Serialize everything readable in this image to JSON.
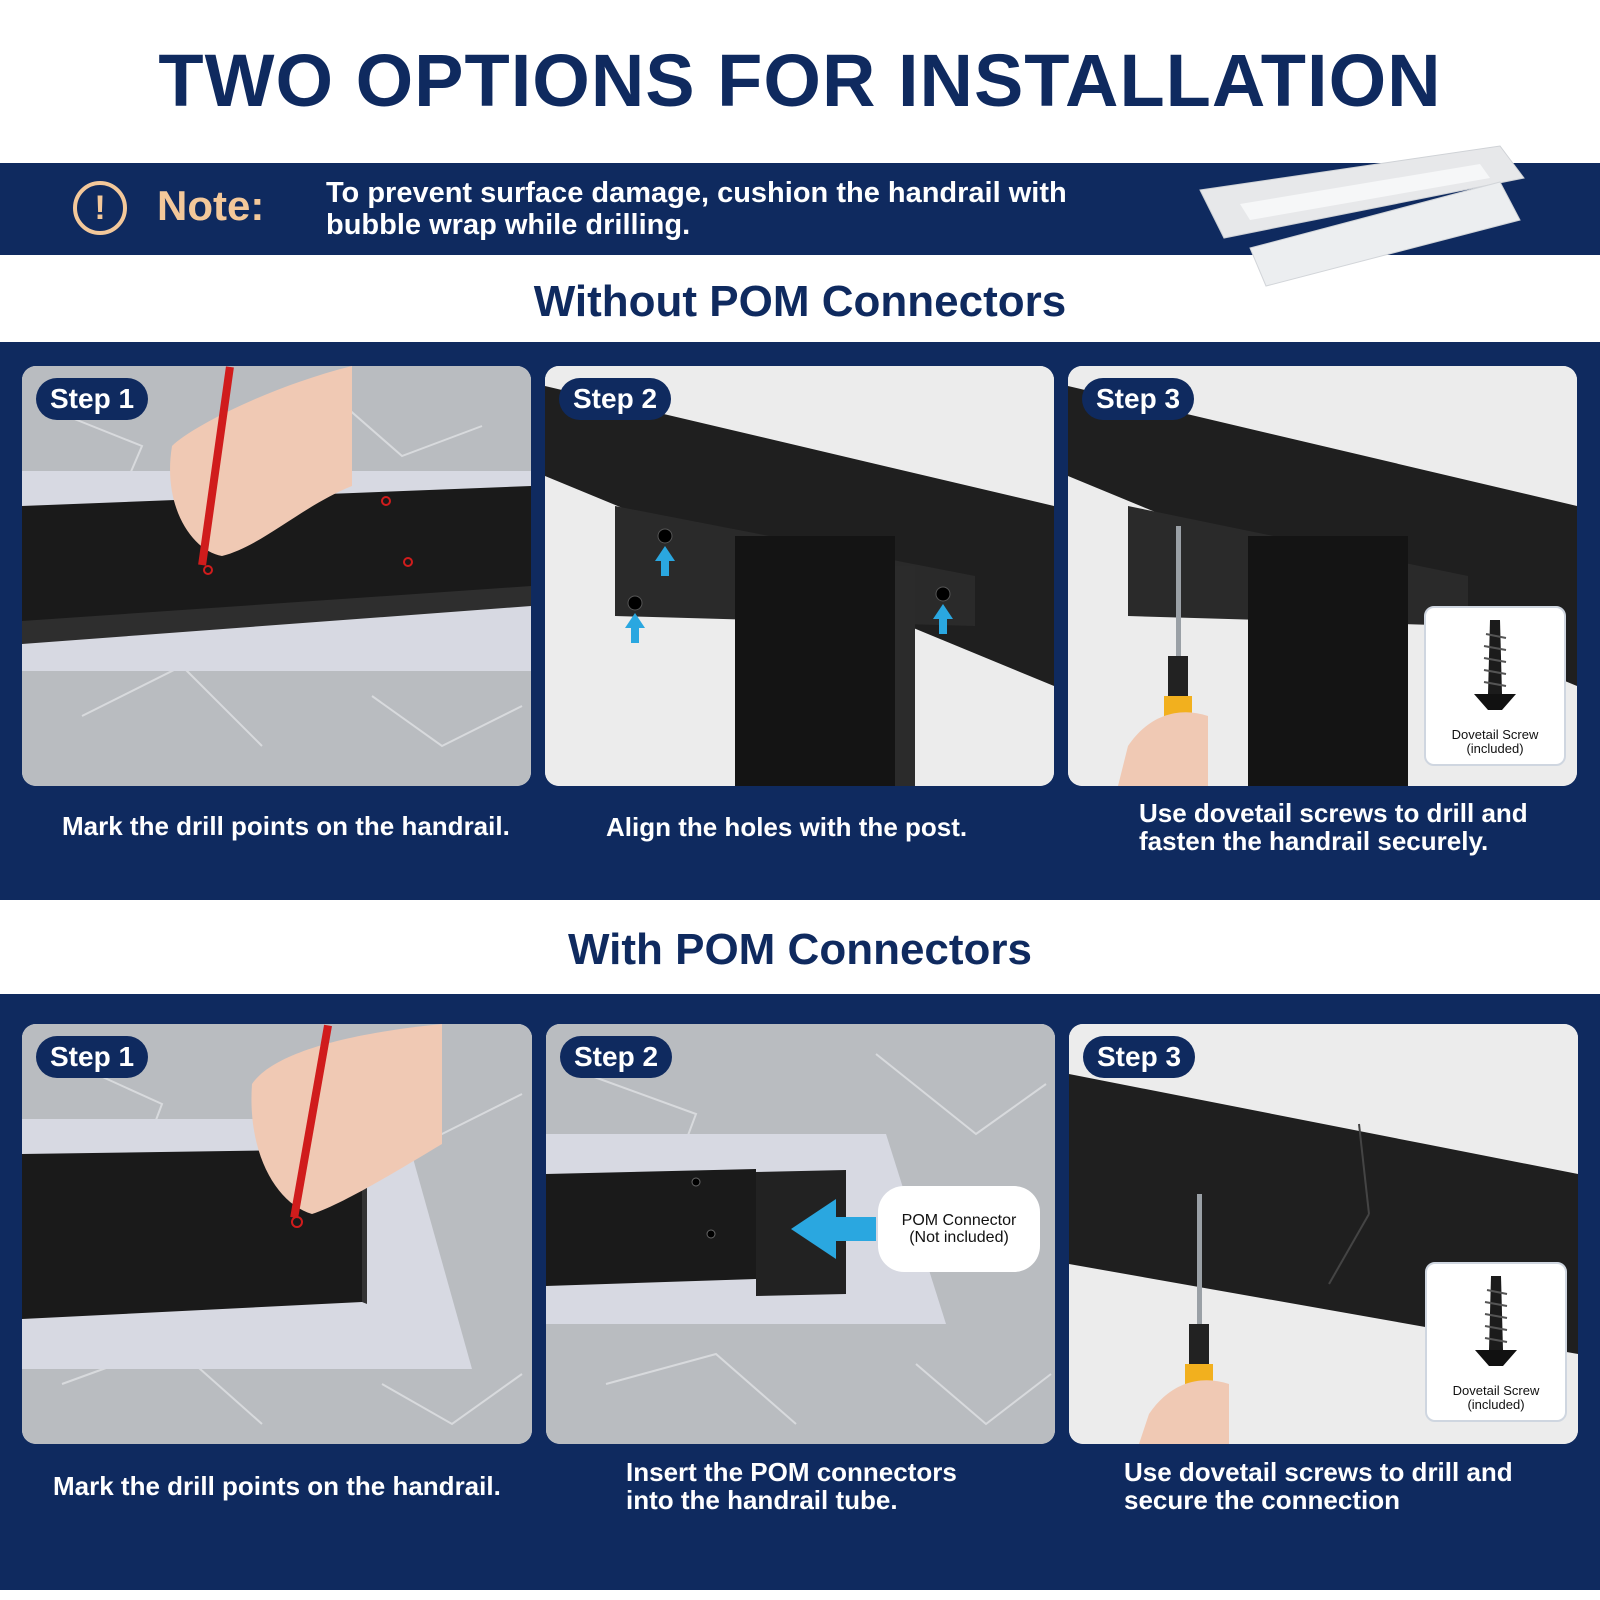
{
  "title": "TWO OPTIONS FOR INSTALLATION",
  "note": {
    "icon": "exclamation-icon",
    "label": "Note:",
    "text_line1": "To prevent surface damage, cushion the handrail with",
    "text_line2": "bubble wrap while drilling."
  },
  "sections": [
    {
      "title": "Without POM Connectors",
      "steps": [
        {
          "label": "Step 1",
          "caption_line1": "Mark the drill points on the handrail.",
          "caption_line2": ""
        },
        {
          "label": "Step 2",
          "caption_line1": "Align the holes with the post.",
          "caption_line2": ""
        },
        {
          "label": "Step 3",
          "caption_line1": "Use dovetail screws to drill and",
          "caption_line2": "fasten the handrail securely.",
          "screw_label_line1": "Dovetail Screw",
          "screw_label_line2": "(included)"
        }
      ]
    },
    {
      "title": "With POM Connectors",
      "steps": [
        {
          "label": "Step 1",
          "caption_line1": "Mark the drill points on the handrail.",
          "caption_line2": ""
        },
        {
          "label": "Step 2",
          "caption_line1": "Insert the POM connectors",
          "caption_line2": "into the handrail tube.",
          "pom_label_line1": "POM Connector",
          "pom_label_line2": "(Not included)"
        },
        {
          "label": "Step 3",
          "caption_line1": "Use dovetail screws to drill and",
          "caption_line2": "secure the connection",
          "screw_label_line1": "Dovetail Screw",
          "screw_label_line2": "(included)"
        }
      ]
    }
  ],
  "colors": {
    "navy": "#0f2a5f",
    "note_accent": "#f3c89a",
    "arrow_blue": "#2aa7e0"
  }
}
